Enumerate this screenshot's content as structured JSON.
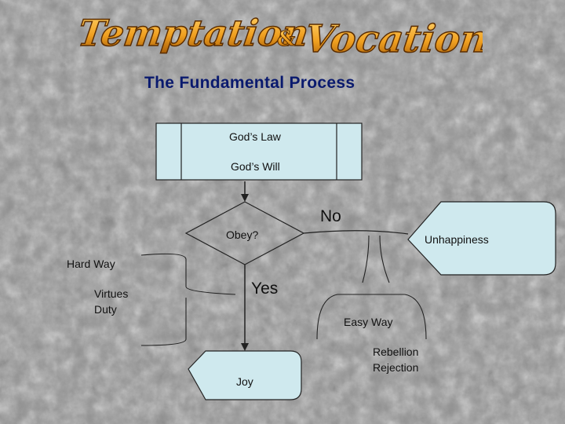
{
  "banner": {
    "word1": "Temptation",
    "ampersand": "&",
    "word2": "Vocation"
  },
  "heading": "The Fundamental Process",
  "nodes": {
    "law": "God’s Law",
    "will": "God’s Will",
    "obey": "Obey?",
    "unhappiness": "Unhappiness",
    "joy": "Joy"
  },
  "labels": {
    "no": "No",
    "yes": "Yes",
    "hard_way": "Hard Way",
    "virtues": "Virtues",
    "duty": "Duty",
    "easy_way": "Easy Way",
    "rebellion": "Rebellion",
    "rejection": "Rejection"
  },
  "colors": {
    "box_fill": "#cfe9ee",
    "wordart_fill": "#f0a020",
    "heading": "#0a1a6e"
  }
}
